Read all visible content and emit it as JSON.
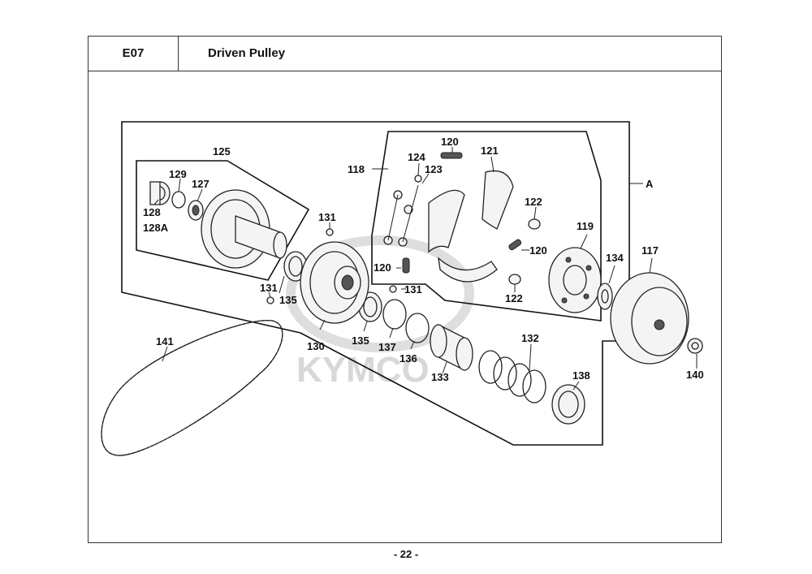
{
  "header": {
    "code": "E07",
    "title": "Driven Pulley"
  },
  "watermark": "KYMCO",
  "page_number": "- 22 -",
  "assembly_label": "A",
  "callouts": {
    "c125": "125",
    "c129": "129",
    "c127": "127",
    "c128": "128",
    "c128a": "128A",
    "c131a": "131",
    "c131b": "131",
    "c131c": "131",
    "c135a": "135",
    "c135b": "135",
    "c130": "130",
    "c137": "137",
    "c136": "136",
    "c133": "133",
    "c132": "132",
    "c138": "138",
    "c141": "141",
    "c118": "118",
    "c120a": "120",
    "c120b": "120",
    "c120c": "120",
    "c124": "124",
    "c123": "123",
    "c121": "121",
    "c122a": "122",
    "c122b": "122",
    "c119": "119",
    "c134": "134",
    "c117": "117",
    "c140": "140"
  }
}
